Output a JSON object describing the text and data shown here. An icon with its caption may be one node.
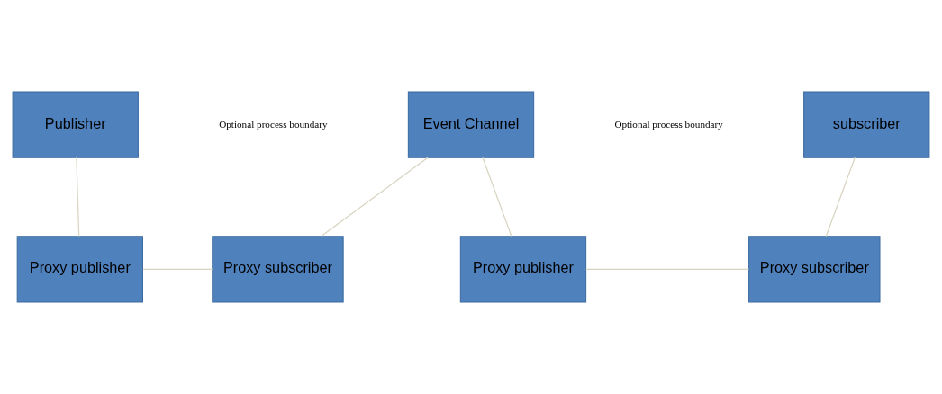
{
  "diagram": {
    "nodes": [
      {
        "text": [
          "Publisher"
        ]
      },
      {
        "text": [
          "Event Channel"
        ]
      },
      {
        "text": [
          "subscriber"
        ]
      },
      {
        "text": [
          "Proxy publisher"
        ]
      },
      {
        "text": [
          "Proxy subscriber"
        ]
      },
      {
        "text": [
          "Proxy publisher"
        ]
      },
      {
        "text": [
          "Proxy subscriber"
        ]
      }
    ],
    "edges": [
      {
        "from": 0,
        "to": 3,
        "arrow": "none"
      },
      {
        "from": 3,
        "to": 4,
        "arrow": "none"
      },
      {
        "from": 4,
        "to": 1,
        "arrow": "none"
      },
      {
        "from": 1,
        "to": 5,
        "arrow": "none"
      },
      {
        "from": 5,
        "to": 6,
        "arrow": "none"
      },
      {
        "from": 6,
        "to": 2,
        "arrow": "none"
      }
    ],
    "labels": [
      "Optional process boundary",
      "Optional process boundary"
    ]
  }
}
